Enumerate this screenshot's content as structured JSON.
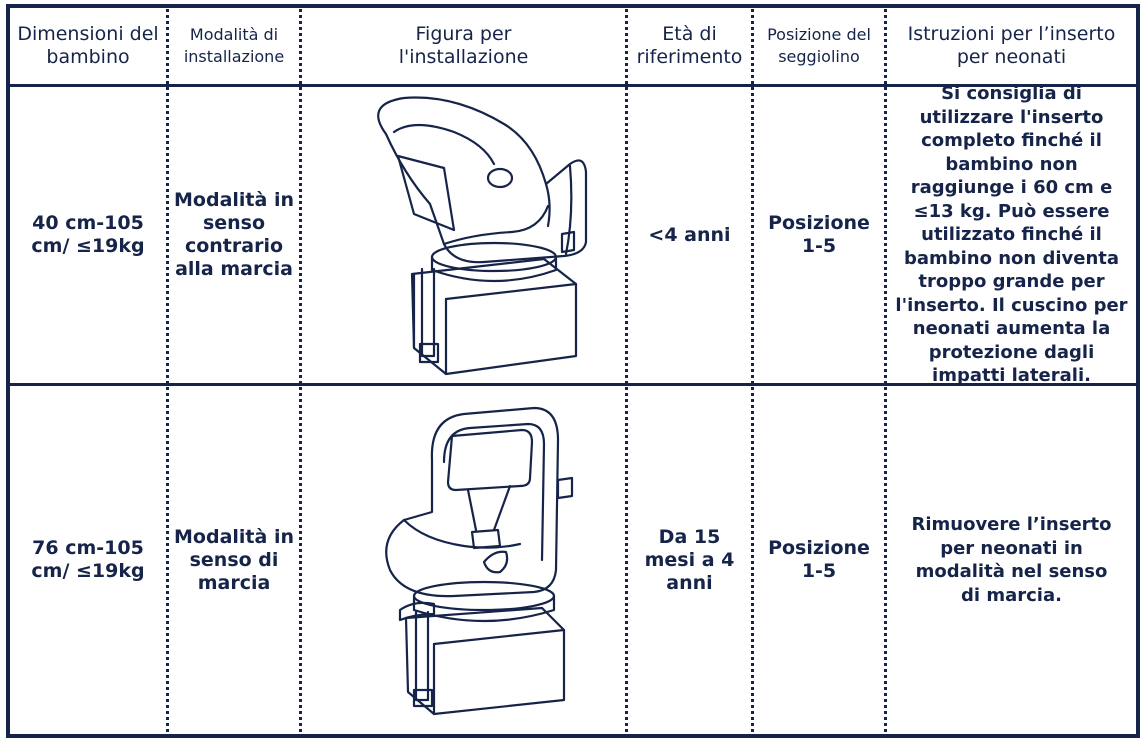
{
  "table": {
    "headers": [
      "Dimensioni del bambino",
      "Modalità di installazione",
      "Figura per l'installazione",
      "Età di riferimento",
      "Posizione del seggiolino",
      "Istruzioni per l’inserto per neonati"
    ],
    "rows": [
      {
        "size": "40 cm-105 cm/ ≤19kg",
        "mode": "Modalità in senso contrario alla marcia",
        "figure": "rear-facing-seat-illustration",
        "age": "<4 anni",
        "position": "Posizione 1-5",
        "instructions": "Si consiglia di utilizzare l'inserto completo finché il bambino non raggiunge i 60 cm e ≤13 kg. Può essere utilizzato finché il bambino non diventa troppo grande per l'inserto. Il cuscino per neonati aumenta la protezione dagli impatti laterali."
      },
      {
        "size": "76 cm-105 cm/ ≤19kg",
        "mode": "Modalità in senso di marcia",
        "figure": "forward-facing-seat-illustration",
        "age": "Da 15 mesi a 4 anni",
        "position": "Posizione 1-5",
        "instructions": "Rimuovere l’inserto per neonati in modalità nel senso di marcia."
      }
    ]
  },
  "colors": {
    "ink": "#16244a",
    "background": "#ffffff"
  }
}
